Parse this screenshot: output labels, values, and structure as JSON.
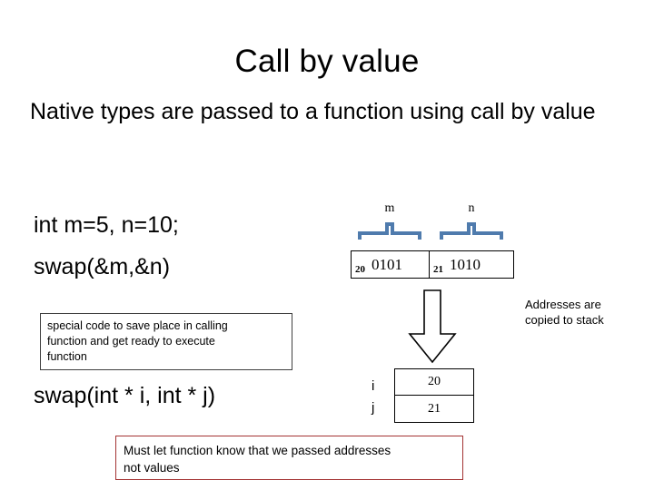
{
  "slide": {
    "title": "Call by value",
    "intro": "Native types are passed to a function using call by value",
    "background_color": "#ffffff"
  },
  "code": {
    "declaration": "int m=5, n=10;",
    "call": "swap(&m,&n)",
    "signature": "swap(int * i, int * j)"
  },
  "special_code_note": {
    "line1": "special code to save place in calling",
    "line2": "function and get ready to execute",
    "line3": "function",
    "border_color": "#3f3f3f"
  },
  "memory": {
    "brace_color": "#4F7BAD",
    "cells": [
      {
        "variable": "m",
        "address": "20",
        "value": "0101"
      },
      {
        "variable": "n",
        "address": "21",
        "value": "1010"
      }
    ]
  },
  "addresses_note": {
    "line1": "Addresses are",
    "line2": "copied to stack"
  },
  "stack_frame": {
    "params": [
      {
        "label": "i",
        "value": "20"
      },
      {
        "label": "j",
        "value": "21"
      }
    ]
  },
  "bottom_note": {
    "line1": "Must let function know that we passed addresses",
    "line2": "not values",
    "border_color": "#A33232"
  }
}
